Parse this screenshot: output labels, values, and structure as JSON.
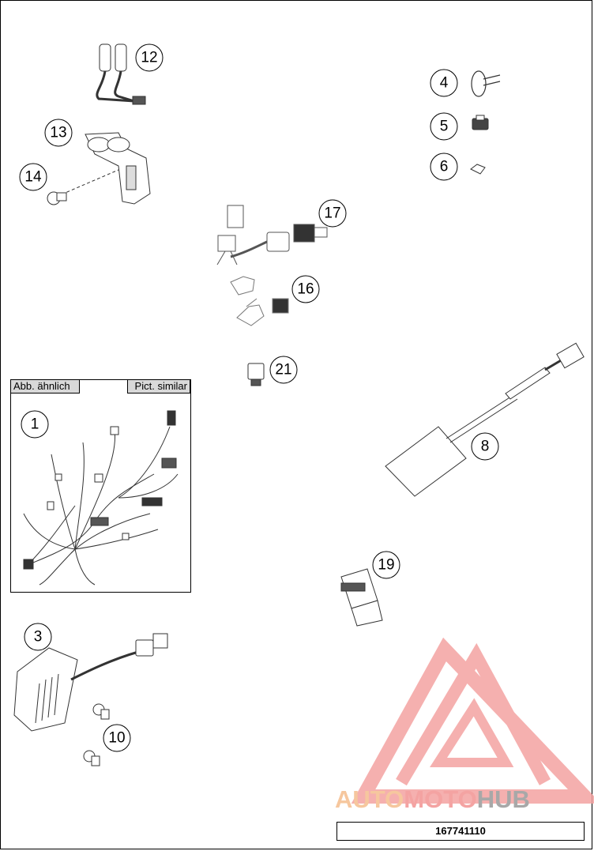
{
  "inset": {
    "label_left": "Abb. ähnlich",
    "label_right": "Pict. similar"
  },
  "callouts": {
    "c1": "1",
    "c3": "3",
    "c4": "4",
    "c5": "5",
    "c6": "6",
    "c8": "8",
    "c10": "10",
    "c12": "12",
    "c13": "13",
    "c14": "14",
    "c16": "16",
    "c17": "17",
    "c19": "19",
    "c21": "21"
  },
  "watermark": {
    "word_part1": "AUTO",
    "word_part2": "MOTO",
    "word_part3": "HUB",
    "color_orange": "#f6c79e",
    "color_red": "#f4a3a2",
    "color_gray": "#a8a8a8"
  },
  "document_number": "167741110"
}
